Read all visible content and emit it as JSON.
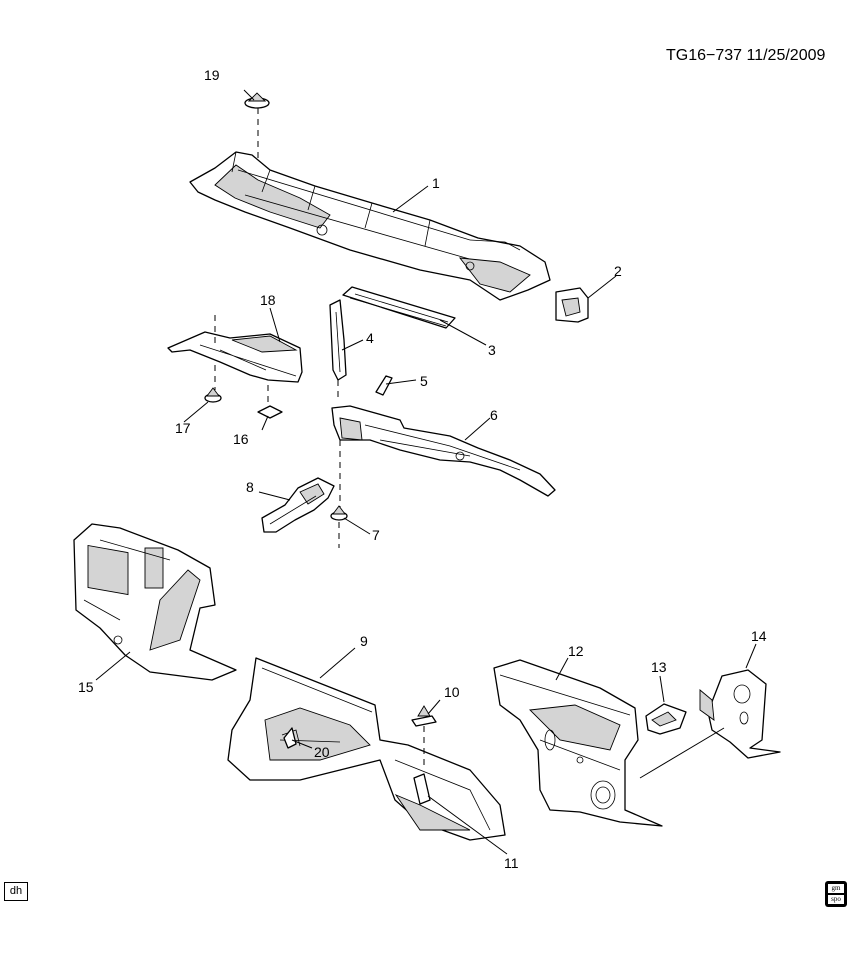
{
  "header": {
    "reference": "TG16−737  11/25/2009"
  },
  "callouts": [
    "1",
    "2",
    "3",
    "4",
    "5",
    "6",
    "7",
    "8",
    "9",
    "10",
    "11",
    "12",
    "13",
    "14",
    "15",
    "16",
    "17",
    "18",
    "19",
    "20"
  ],
  "footer": {
    "badge": "dh",
    "logo_top": "gm",
    "logo_bottom": "spo"
  }
}
